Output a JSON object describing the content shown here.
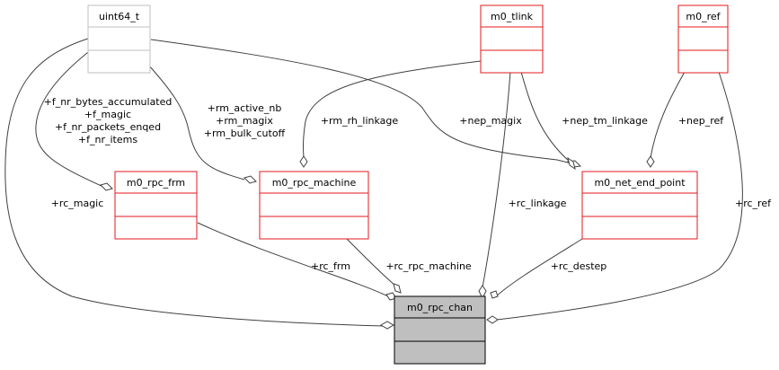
{
  "colors": {
    "class_border": "#e31a1c",
    "class_fill": "#ffffff",
    "builtin_border": "#bfbfbf",
    "focus_fill": "#bfbfbf",
    "focus_border": "#000000",
    "edge": "#404040"
  },
  "nodes": {
    "uint64_t": "uint64_t",
    "m0_tlink": "m0_tlink",
    "m0_ref": "m0_ref",
    "m0_rpc_frm": "m0_rpc_frm",
    "m0_rpc_machine": "m0_rpc_machine",
    "m0_net_end_point": "m0_net_end_point",
    "m0_rpc_chan": "m0_rpc_chan"
  },
  "edges": {
    "frm_fields": [
      "+f_nr_bytes_accumulated",
      "+f_magic",
      "+f_nr_packets_enqed",
      "+f_nr_items"
    ],
    "machine_fields": [
      "+rm_active_nb",
      "+rm_magix",
      "+rm_bulk_cutoff"
    ],
    "rm_rh_linkage": "+rm_rh_linkage",
    "nep_magix": "+nep_magix",
    "nep_tm_linkage": "+nep_tm_linkage",
    "nep_ref": "+nep_ref",
    "rc_magic": "+rc_magic",
    "rc_linkage": "+rc_linkage",
    "rc_ref": "+rc_ref",
    "rc_frm": "+rc_frm",
    "rc_rpc_machine": "+rc_rpc_machine",
    "rc_destep": "+rc_destep"
  }
}
